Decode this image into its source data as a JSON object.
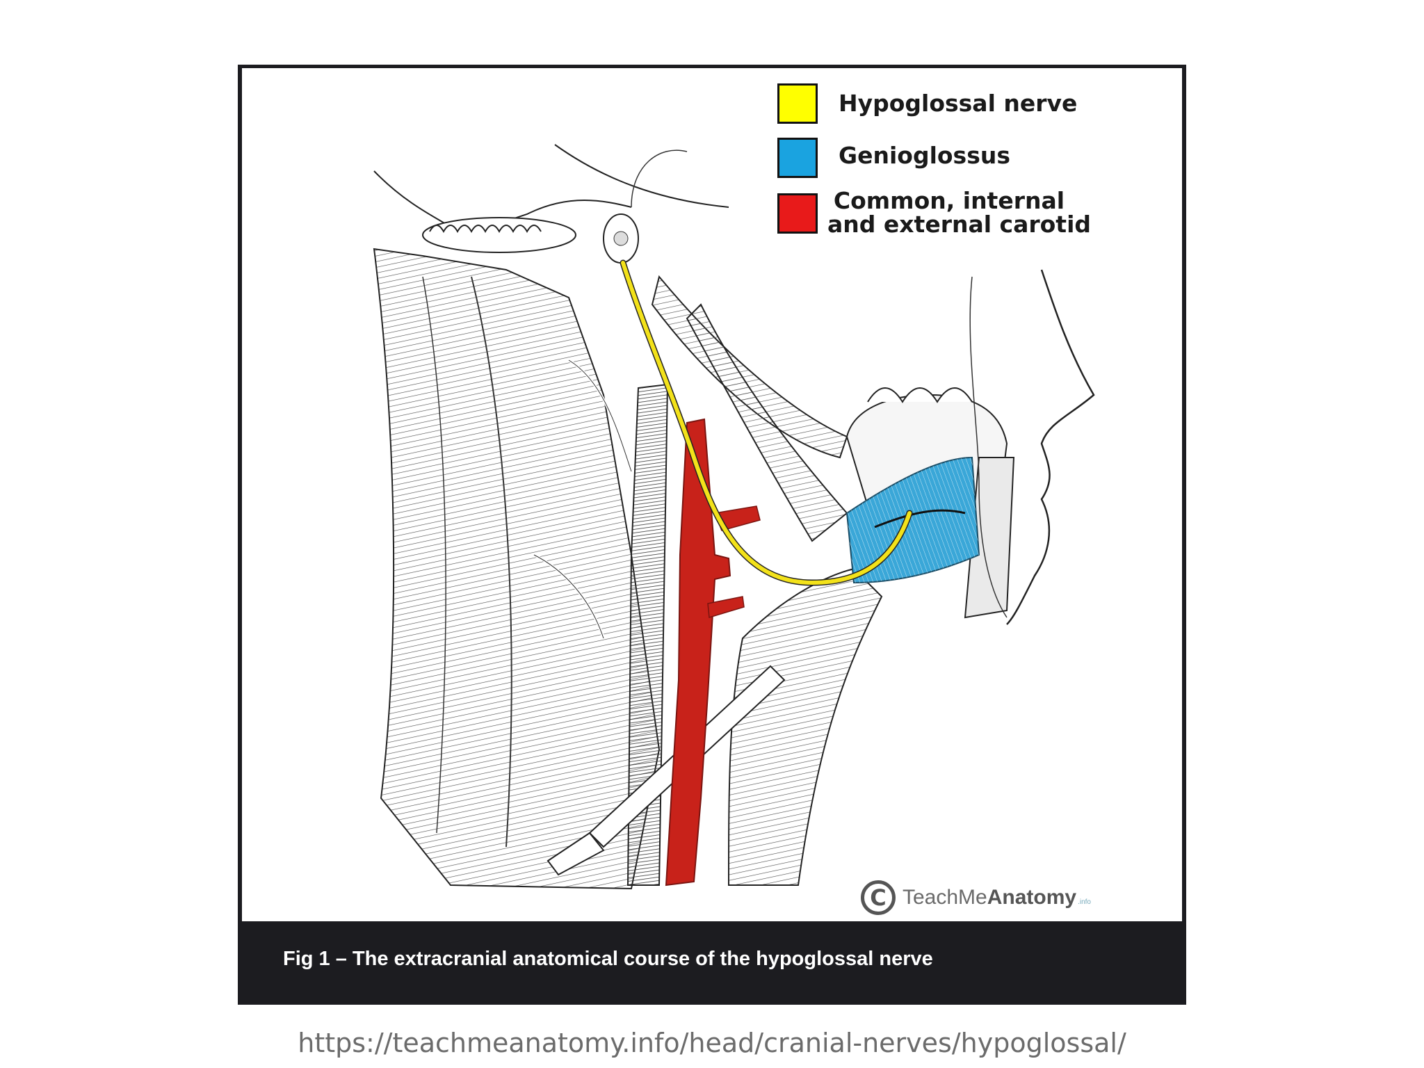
{
  "figure": {
    "legend": [
      {
        "label": "Hypoglossal nerve",
        "color": "#ffff00"
      },
      {
        "label": "Genioglossus",
        "color": "#1aa3e0"
      },
      {
        "label_line1": "Common, internal",
        "label_line2": "and external carotid",
        "color": "#e81a1a"
      }
    ],
    "watermark": {
      "symbol": "C",
      "brand_light": "TeachMe",
      "brand_bold": "Anatomy",
      "brand_suffix": ".info"
    },
    "caption": "Fig 1 – The extracranial anatomical course of the hypoglossal nerve",
    "colors": {
      "nerve": "#f3e21a",
      "muscle": "#3aa7d8",
      "artery": "#c8221a",
      "frame": "#1c1c20"
    }
  },
  "source_url": "https://teachmeanatomy.info/head/cranial-nerves/hypoglossal/"
}
